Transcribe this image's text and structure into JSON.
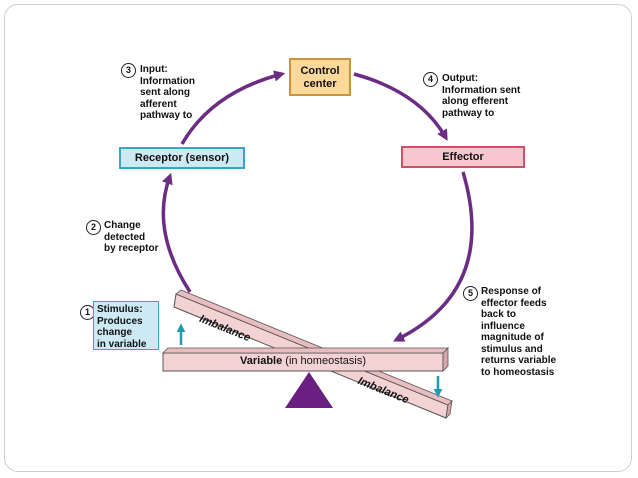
{
  "diagram": {
    "control_center": {
      "line1": "Control",
      "line2": "center"
    },
    "receptor": "Receptor (sensor)",
    "effector": "Effector",
    "variable": {
      "label": "Variable",
      "qualifier": "(in homeostasis)"
    },
    "imbalance_top": "Imbalance",
    "imbalance_bottom": "Imbalance",
    "steps": [
      {
        "number": "1",
        "lines": [
          "Stimulus:",
          "Produces",
          "change",
          "in variable"
        ]
      },
      {
        "number": "2",
        "lines": [
          "Change",
          "detected",
          "by receptor"
        ]
      },
      {
        "number": "3",
        "lines": [
          "Input:",
          "Information",
          "sent along",
          "afferent",
          "pathway to"
        ]
      },
      {
        "number": "4",
        "lines": [
          "Output:",
          "Information sent",
          "along efferent",
          "pathway to"
        ]
      },
      {
        "number": "5",
        "lines": [
          "Response of",
          "effector feeds",
          "back to",
          "influence",
          "magnitude of",
          "stimulus and",
          "returns variable",
          "to homeostasis"
        ]
      }
    ],
    "colors": {
      "arrow": "#6b2d83",
      "control_fill": "#fbd79a",
      "control_border": "#c8963a",
      "receptor_fill": "#cdeaf4",
      "receptor_border": "#39a6c6",
      "effector_fill": "#f8c6cf",
      "effector_border": "#d0506a",
      "beam_fill": "#f3d2d4",
      "stimulus_arrow": "#1e9bb2"
    }
  }
}
